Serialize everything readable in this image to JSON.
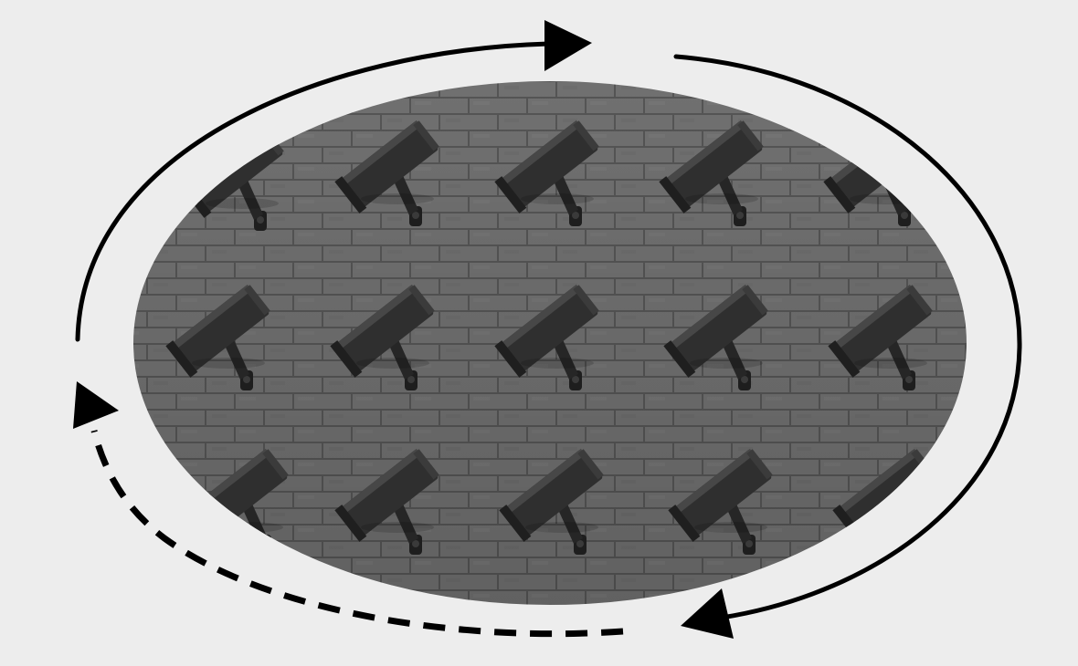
{
  "colors": {
    "background": "#ededed",
    "wall": "#767676",
    "mortar": "#5a5a5a",
    "camera_body": "#2e2e2e",
    "camera_highlight": "#4a4a4a",
    "camera_light": "#8a8a8a",
    "arrow": "#000000"
  },
  "icons": {
    "cycle_top": "arrow-right-icon",
    "cycle_bottom": "arrow-left-icon",
    "cycle_return": "arrow-up-left-icon"
  },
  "scene": {
    "subject": "security-cameras-on-brick-wall",
    "camera_rows": 3,
    "cameras_per_row": 5
  }
}
